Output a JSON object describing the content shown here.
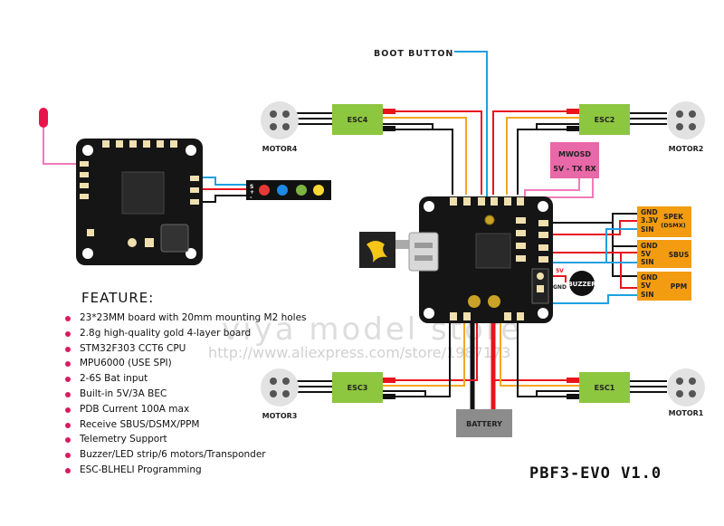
{
  "title": "PBF3-EVO V1.0",
  "labels": {
    "boot_button": "BOOT BUTTON",
    "battery": "BATTERY",
    "buzzer": "BUZZER",
    "mwosd_line1": "MWOSD",
    "mwosd_line2": "5V - TX RX",
    "buzzer_5v": "5V",
    "buzzer_gnd": "GND"
  },
  "motors": [
    {
      "name": "MOTOR4"
    },
    {
      "name": "MOTOR2"
    },
    {
      "name": "MOTOR3"
    },
    {
      "name": "MOTOR1"
    }
  ],
  "escs": [
    {
      "name": "ESC4"
    },
    {
      "name": "ESC2"
    },
    {
      "name": "ESC3"
    },
    {
      "name": "ESC1"
    }
  ],
  "receivers": [
    {
      "pins": [
        "GND",
        "3.3V",
        "SIN"
      ],
      "name_line1": "SPEK",
      "name_line2": "(DSMX)"
    },
    {
      "pins": [
        "GND",
        "5V",
        "SIN"
      ],
      "name_line1": "SBUS",
      "name_line2": ""
    },
    {
      "pins": [
        "GND",
        "5V",
        "SIN"
      ],
      "name_line1": "PPM",
      "name_line2": ""
    }
  ],
  "led_strip": {
    "pins": [
      "S",
      "+",
      "-"
    ],
    "leds": [
      "#e53935",
      "#1e88e5",
      "#7cb342",
      "#fdd835"
    ]
  },
  "feature": {
    "title": "FEATURE:",
    "items": [
      "23*23MM board with 20mm mounting M2 holes",
      "2.8g high-quality gold 4-layer board",
      "STM32F303 CCT6 CPU",
      "MPU6000 (USE SPI)",
      "2-6S Bat input",
      "Built-in 5V/3A BEC",
      "PDB Current 100A max",
      "Receive SBUS/DSMX/PPM",
      "Telemetry Support",
      "Buzzer/LED strip/6 motors/Transponder",
      "ESC-BLHELI Programming"
    ]
  },
  "watermark": {
    "line1": "viya model store",
    "line2": "http://www.aliexpress.com/store/1987173"
  },
  "colors": {
    "esc": "#8dc63f",
    "receiver": "#f39c12",
    "mwosd": "#e868a8",
    "motor": "#e2e2e2",
    "wire_red": "#e8141c",
    "wire_orange": "#f5a623",
    "wire_blue": "#1ea0e0",
    "wire_pink": "#f07ab8",
    "board": "#151515",
    "pad": "#f0e0b0",
    "battery": "#8c8c8c",
    "bullet": "#d81b60"
  }
}
